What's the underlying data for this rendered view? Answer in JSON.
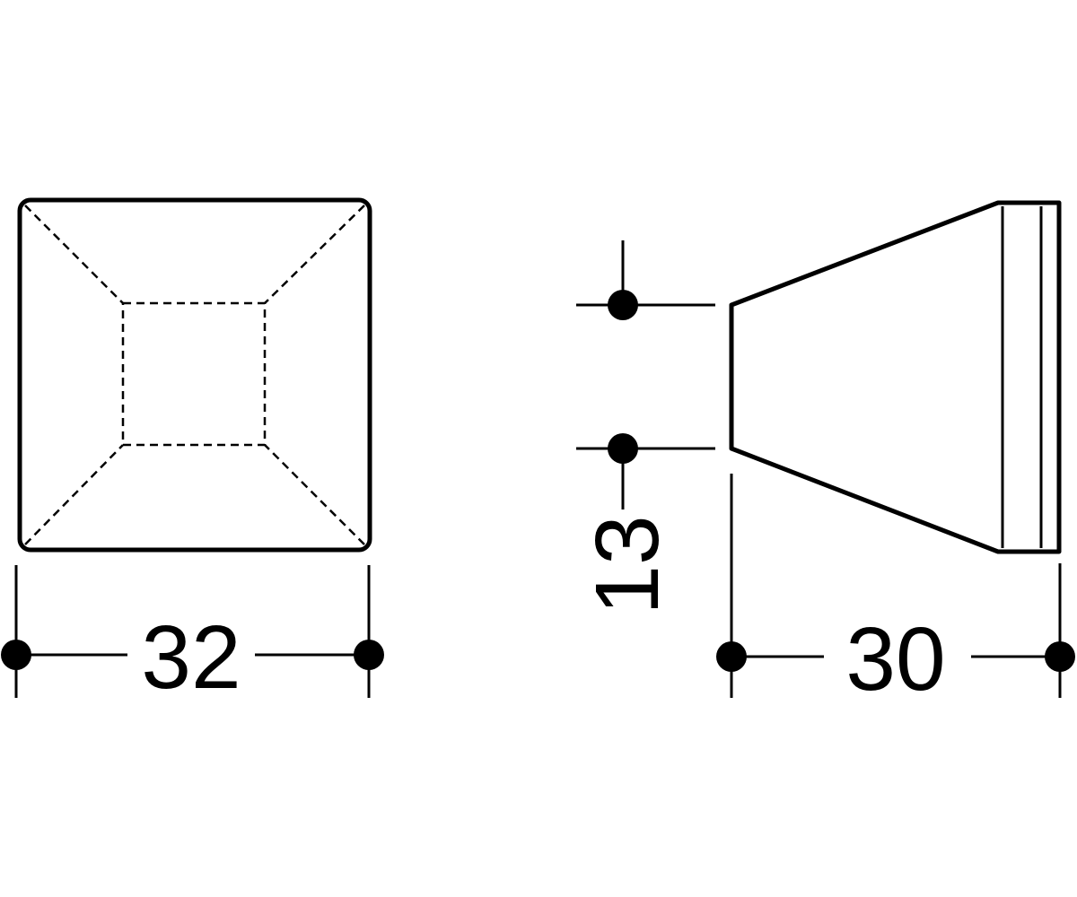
{
  "drawing": {
    "front_view": {
      "width_dimension": "32"
    },
    "side_view": {
      "height_dimension": "13",
      "depth_dimension": "30"
    }
  },
  "colors": {
    "line": "#000000",
    "background": "#ffffff"
  }
}
